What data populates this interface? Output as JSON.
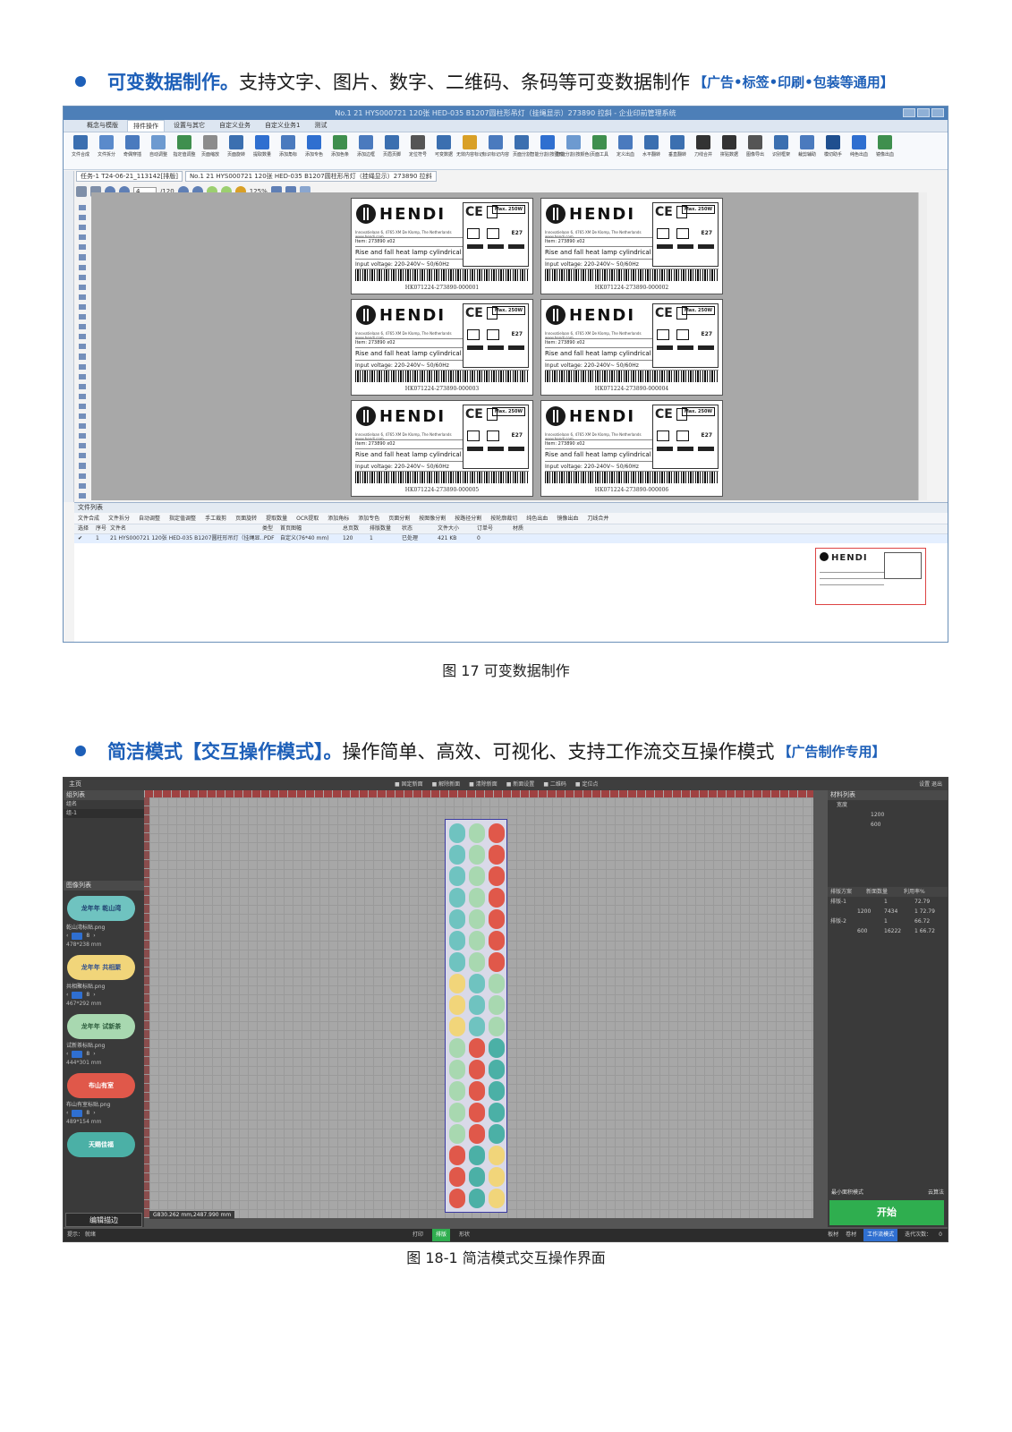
{
  "section1": {
    "bold": "可变数据制作。",
    "text": "支持文字、图片、数字、二维码、条码等可变数据制作",
    "tag": "【广告•标签•印刷•包装等通用】"
  },
  "window1": {
    "title": "No.1 21 HYS000721 120张 HED-035 B1207圆柱形吊灯（挂绳显示）273890 拉斜 - 企业印前管理系统",
    "tabs": [
      "概念与模版",
      "排件操作",
      "设置与其它",
      "自定义业务",
      "自定义业务1",
      "测试"
    ],
    "active_tab": "排件操作",
    "ribbon": [
      {
        "label": "文件合成",
        "color": "#3b6fb0"
      },
      {
        "label": "文件拆分",
        "color": "#5a8acb"
      },
      {
        "label": "奇偶穿插",
        "color": "#4a7abe"
      },
      {
        "label": "自动调整",
        "color": "#6d9ad0"
      },
      {
        "label": "指定值调整",
        "color": "#3f8f4e"
      },
      {
        "label": "页面缩放",
        "color": "#8c8c8c"
      },
      {
        "label": "页面旋转",
        "color": "#3b6fb0"
      },
      {
        "label": "提取数量",
        "color": "#2f6fd0"
      },
      {
        "label": "添加角标",
        "color": "#4a7abe"
      },
      {
        "label": "添加专色",
        "color": "#2f6fd0"
      },
      {
        "label": "添加色条",
        "color": "#3f8f4e"
      },
      {
        "label": "添加边框",
        "color": "#4a7abe"
      },
      {
        "label": "页眉页脚",
        "color": "#3b6fb0"
      },
      {
        "label": "定位符号",
        "color": "#555555"
      },
      {
        "label": "可变数据",
        "color": "#3b6fb0"
      },
      {
        "label": "无效内容标记",
        "color": "#d9a026"
      },
      {
        "label": "标识标记内容",
        "color": "#4a7abe"
      },
      {
        "label": "页面分割",
        "color": "#3b6fb0"
      },
      {
        "label": "智能分割(按图形)",
        "color": "#2f6fd0"
      },
      {
        "label": "智能分割(按颜色)",
        "color": "#6d9ad0"
      },
      {
        "label": "页面工具",
        "color": "#3f8f4e"
      },
      {
        "label": "定义出血",
        "color": "#4a7abe"
      },
      {
        "label": "水平翻转",
        "color": "#3b6fb0"
      },
      {
        "label": "垂直翻转",
        "color": "#3b6fb0"
      },
      {
        "label": "刀线合并",
        "color": "#333333"
      },
      {
        "label": "拼贴数据",
        "color": "#333333"
      },
      {
        "label": "图像导出",
        "color": "#555555"
      },
      {
        "label": "识别框架",
        "color": "#3b6fb0"
      },
      {
        "label": "裁剪辅助",
        "color": "#4a7abe"
      },
      {
        "label": "模切助手",
        "color": "#1f4f8f"
      },
      {
        "label": "纯色出血",
        "color": "#2f6fd0"
      },
      {
        "label": "镜像出血",
        "color": "#3f8f4e"
      }
    ],
    "doc_tabs": [
      "任务-1 T24-06-21_113142[排版]",
      "No.1 21 HYS000721 120张 HED-035 B1207圆柱形吊灯（挂绳显示）273890 拉斜"
    ],
    "page_input": "4",
    "page_total": "/120",
    "zoom": "125%",
    "labels": [
      {
        "brand": "HENDI",
        "importer": "Innovatielaan 6, 4765 XM De Klomp, The Netherlands  www.hendi.com",
        "item": "Item: 273890  x02",
        "product": "Rise and fall heat lamp cylindrical",
        "voltage": "Input voltage: 220-240V~ 50/60Hz",
        "ce": "CE",
        "max": "Max. 250W",
        "socket": "E27",
        "code": "HK071224-273890-000001"
      },
      {
        "brand": "HENDI",
        "importer": "Innovatielaan 6, 4765 XM De Klomp, The Netherlands  www.hendi.com",
        "item": "Item: 273890  x02",
        "product": "Rise and fall heat lamp cylindrical",
        "voltage": "Input voltage: 220-240V~ 50/60Hz",
        "ce": "CE",
        "max": "Max. 250W",
        "socket": "E27",
        "code": "HK071224-273890-000002"
      },
      {
        "brand": "HENDI",
        "importer": "Innovatielaan 6, 4765 XM De Klomp, The Netherlands  www.hendi.com",
        "item": "Item: 273890  x02",
        "product": "Rise and fall heat lamp cylindrical",
        "voltage": "Input voltage: 220-240V~ 50/60Hz",
        "ce": "CE",
        "max": "Max. 250W",
        "socket": "E27",
        "code": "HK071224-273890-000003"
      },
      {
        "brand": "HENDI",
        "importer": "Innovatielaan 6, 4765 XM De Klomp, The Netherlands  www.hendi.com",
        "item": "Item: 273890  x02",
        "product": "Rise and fall heat lamp cylindrical",
        "voltage": "Input voltage: 220-240V~ 50/60Hz",
        "ce": "CE",
        "max": "Max. 250W",
        "socket": "E27",
        "code": "HK071224-273890-000004"
      },
      {
        "brand": "HENDI",
        "importer": "Innovatielaan 6, 4765 XM De Klomp, The Netherlands  www.hendi.com",
        "item": "Item: 273890  x02",
        "product": "Rise and fall heat lamp cylindrical",
        "voltage": "Input voltage: 220-240V~ 50/60Hz",
        "ce": "CE",
        "max": "Max. 250W",
        "socket": "E27",
        "code": "HK071224-273890-000005"
      },
      {
        "brand": "HENDI",
        "importer": "Innovatielaan 6, 4765 XM De Klomp, The Netherlands  www.hendi.com",
        "item": "Item: 273890  x02",
        "product": "Rise and fall heat lamp cylindrical",
        "voltage": "Input voltage: 220-240V~ 50/60Hz",
        "ce": "CE",
        "max": "Max. 250W",
        "socket": "E27",
        "code": "HK071224-273890-000006"
      }
    ],
    "file_panel": {
      "title": "文件列表",
      "tools": [
        "文件合成",
        "文件拆分",
        "自动调整",
        "指定值调整",
        "手工裁剪",
        "页面旋转",
        "提取数量",
        "OCR提取",
        "添加角标",
        "添加专色",
        "页面分割",
        "按图像分割",
        "按路径分割",
        "按轮廓裁切",
        "纯色出血",
        "镜像出血",
        "刀线合并"
      ],
      "columns": [
        "选择",
        "序号",
        "文件名",
        "类型",
        "首页图幅",
        "总页数",
        "排版数量",
        "状态",
        "文件大小",
        "订单号",
        "材质"
      ],
      "row": [
        "✔",
        "1",
        "21 HYS000721 120张 HED-035 B1207圆柱形吊灯（挂绳显...",
        ".PDF",
        "自定义(76*40 mm)",
        "120",
        "1",
        "已处理",
        "421 KB",
        "0",
        ""
      ],
      "preview_brand": "HENDI"
    }
  },
  "caption1": "图 17  可变数据制作",
  "section2": {
    "bold": "简洁模式【交互操作模式】。",
    "text": "操作简单、高效、可视化、支持工作流交互操作模式",
    "tag": "【广告制作专用】"
  },
  "window2": {
    "home": "主页",
    "top_tools": [
      "固定新面",
      "解除新面",
      "清除新面",
      "新面设置",
      "二维码",
      "定位点"
    ],
    "top_right": "设置  退出",
    "group_list": "组列表",
    "group_col": "组名",
    "group_item": "组-1",
    "image_list": "图像列表",
    "images": [
      {
        "text": "龙年年 乾山湾",
        "name": "乾山湾标贴.png",
        "count": "8",
        "size": "478*238 mm",
        "bg": "#6fc3c0",
        "fg": "#1f3f6f"
      },
      {
        "text": "龙年年 共相聚",
        "name": "共相聚标贴.png",
        "count": "8",
        "size": "467*292 mm",
        "bg": "#f1d57a",
        "fg": "#2f4f8f"
      },
      {
        "text": "龙年年 试新茶",
        "name": "试新茶标贴.png",
        "count": "8",
        "size": "444*301 mm",
        "bg": "#a8d8b0",
        "fg": "#2b5b3b"
      },
      {
        "text": "布山有室",
        "name": "布山有室标贴.png",
        "count": "8",
        "size": "489*154 mm",
        "bg": "#e0584a",
        "fg": "#ffffff"
      },
      {
        "text": "天赐佳福",
        "name": "",
        "count": "",
        "size": "",
        "bg": "#4bb0a6",
        "fg": "#ffffff"
      }
    ],
    "edit_label": "编辑描边",
    "coord": "G830.262 mm,2487.990 mm",
    "material_list": "材料列表",
    "material_col": "宽度",
    "materials": [
      "1200",
      "600"
    ],
    "plan_header": [
      "排版方案",
      "新面数量",
      "利用率%"
    ],
    "plans": [
      {
        "name": "排版-1",
        "a": "",
        "b": "1",
        "c": "72.79"
      },
      {
        "name": "",
        "a": "1200",
        "b": "7434",
        "c": "1  72.79"
      },
      {
        "name": "排版-2",
        "a": "",
        "b": "1",
        "c": "66.72"
      },
      {
        "name": "",
        "a": "600",
        "b": "16222",
        "c": "1  66.72"
      }
    ],
    "opt_left": "最小面积模式",
    "opt_right": "云算法",
    "start": "开始",
    "status_left": "提示：  就绪",
    "status_mid": [
      "打印",
      "排版",
      "形状"
    ],
    "status_right": [
      "板材",
      "卷材",
      "工作流模式",
      "迭代次数：",
      "0"
    ]
  },
  "caption2": "图 18-1  简洁模式交互操作界面"
}
